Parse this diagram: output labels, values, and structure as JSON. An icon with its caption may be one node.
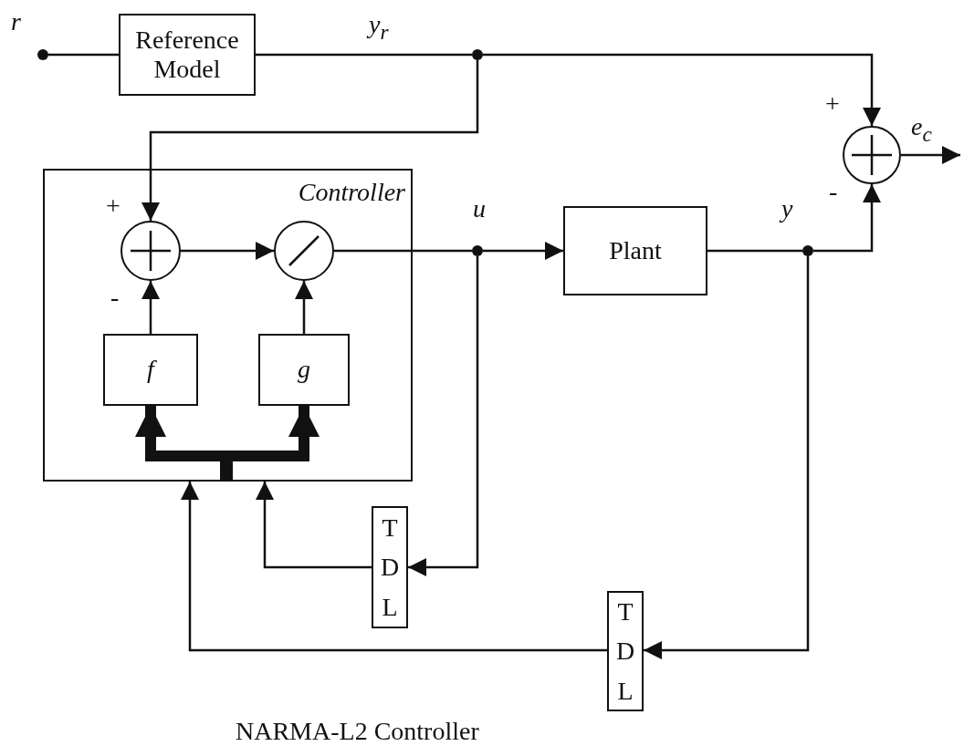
{
  "diagram": {
    "caption": "NARMA-L2 Controller",
    "nodes": [
      {
        "text": [],
        "shape": "circle",
        "beside": [
          "r"
        ]
      },
      {
        "text": [
          "Reference Model"
        ]
      },
      {
        "text": [],
        "shape": "circle"
      },
      {
        "text": [
          "Controller"
        ]
      },
      {
        "text": [],
        "shape": "circle",
        "in": 3,
        "beside": [
          "+",
          "-"
        ]
      },
      {
        "text": [],
        "shape": "circle",
        "in": 3
      },
      {
        "text": [
          "f"
        ],
        "in": 3
      },
      {
        "text": [
          "g"
        ],
        "in": 3
      },
      {
        "text": [],
        "shape": "bar",
        "in": 3
      },
      {
        "text": [],
        "shape": "circle",
        "beside": [
          "u"
        ]
      },
      {
        "text": [
          "Plant"
        ]
      },
      {
        "text": [],
        "shape": "circle",
        "beside": [
          "y"
        ]
      },
      {
        "text": [],
        "shape": "circle",
        "beside": [
          "+",
          "-"
        ]
      },
      {
        "text": [
          "T D L"
        ]
      },
      {
        "text": [
          "T D L"
        ]
      }
    ],
    "edges": [
      {
        "from": 0,
        "to": 1,
        "arrow": "none"
      },
      {
        "from": 1,
        "to": 2,
        "arrow": "none",
        "label": "y$_{r}$"
      },
      {
        "from": 2,
        "to": 12,
        "arrow": "to"
      },
      {
        "from": 2,
        "to": 4,
        "arrow": "to"
      },
      {
        "from": 4,
        "to": 5,
        "arrow": "to"
      },
      {
        "from": 5,
        "to": 9,
        "arrow": "none"
      },
      {
        "from": 9,
        "to": 10,
        "arrow": "to"
      },
      {
        "from": 10,
        "to": 11,
        "arrow": "none"
      },
      {
        "from": 11,
        "to": 12,
        "arrow": "to"
      },
      {
        "from": 12,
        "to": null,
        "arrow": "to",
        "label": "e$_{c}$"
      },
      {
        "from": 6,
        "to": 4,
        "arrow": "to"
      },
      {
        "from": 7,
        "to": 5,
        "arrow": "to"
      },
      {
        "from": 8,
        "to": 6,
        "arrow": "to",
        "style": "thick"
      },
      {
        "from": 8,
        "to": 7,
        "arrow": "to",
        "style": "thick"
      },
      {
        "from": 9,
        "to": 13,
        "arrow": "to"
      },
      {
        "from": 13,
        "to": 3,
        "arrow": "to"
      },
      {
        "from": 11,
        "to": 14,
        "arrow": "to"
      },
      {
        "from": 14,
        "to": 3,
        "arrow": "to"
      }
    ]
  }
}
